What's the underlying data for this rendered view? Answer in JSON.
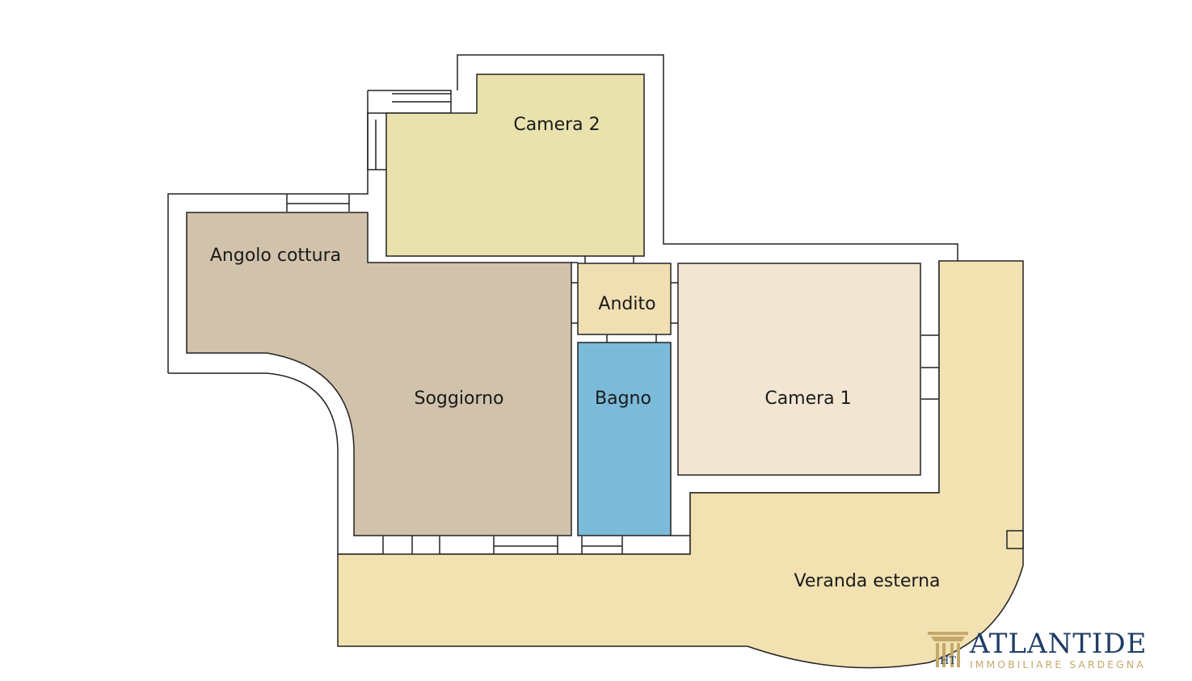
{
  "rooms": {
    "camera2": "Camera 2",
    "angolo_cottura": "Angolo cottura",
    "andito": "Andito",
    "soggiorno": "Soggiorno",
    "bagno": "Bagno",
    "camera1": "Camera 1",
    "veranda": "Veranda esterna"
  },
  "brand": {
    "name": "ATLANTIDE",
    "tagline": "IMMOBILIARE SARDEGNA",
    "logo_letters": "HT"
  },
  "colors": {
    "camera2": "#e9e2ad",
    "soggiorno": "#d1c2ab",
    "andito": "#f1dfb4",
    "bagno": "#7bbad9",
    "camera1": "#f2e6d3",
    "veranda": "#f2e1b1",
    "brand_blue": "#1f3d66",
    "brand_gold": "#c4a96a"
  }
}
